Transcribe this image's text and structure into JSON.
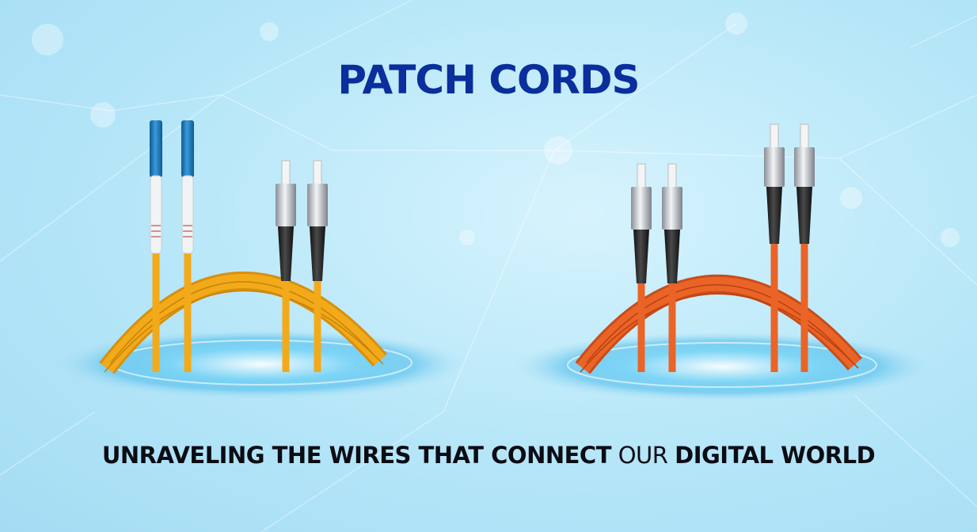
{
  "banner": {
    "title": "PATCH CORDS",
    "subtitle_part1": "UNRAVELING THE WIRES THAT CONNECT",
    "subtitle_part2": "OUR",
    "subtitle_part3": "DIGITAL WORLD"
  },
  "colors": {
    "title": "#0a2e9c",
    "background": "#b5e6f8",
    "singlemode_cable": "#f2aa1a",
    "multimode_cable": "#ea6428",
    "lc_connector": "#1a6fb5"
  },
  "illustrations": [
    {
      "name": "yellow-patch-cord",
      "connectors": [
        "LC",
        "FC"
      ]
    },
    {
      "name": "orange-patch-cord",
      "connectors": [
        "FC",
        "FC"
      ]
    }
  ]
}
